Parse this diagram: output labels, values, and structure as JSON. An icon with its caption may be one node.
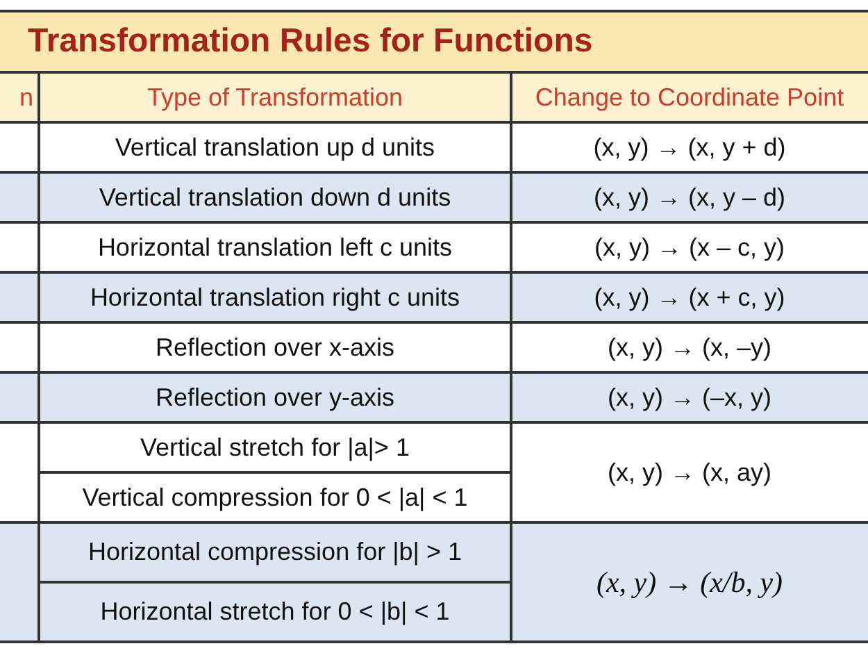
{
  "diagram": {
    "title": "Transformation Rules for Functions",
    "labels": [
      "n",
      "Type of Transformation",
      "Change to Coordinate Point",
      "Vertical translation up d units",
      "(x, y) → (x, y + d)",
      "Vertical translation down d units",
      "(x, y) → (x, y – d)",
      "Horizontal translation left c units",
      "(x, y) → (x – c, y)",
      "Horizontal translation right c units",
      "(x, y) → (x + c, y)",
      "Reflection over x-axis",
      "(x, y) → (x, –y)",
      "Reflection over y-axis",
      "(x, y) → (–x, y)",
      "Vertical stretch for |a|> 1",
      "(x, y) → (x, ay)",
      "Vertical compression for 0 < |a| < 1",
      "Horizontal compression for |b| > 1",
      "(x, y) → (x/b, y)",
      "Horizontal stretch for 0 < |b| < 1"
    ]
  }
}
